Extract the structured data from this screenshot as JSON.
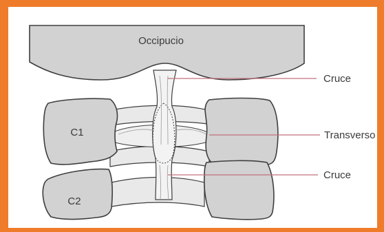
{
  "labels": {
    "occiput": "Occipucio",
    "c1": "C1",
    "c2": "C2",
    "cross_upper": "Cruce",
    "transverse": "Transverso",
    "cross_lower": "Cruce"
  },
  "colors": {
    "frame": "#ee7c2b",
    "bone": "#d2d2d2",
    "ligament": "#e9e9e9",
    "outline": "#3e3e3e",
    "leader": "#c0707c",
    "text": "#3a3a3a"
  }
}
